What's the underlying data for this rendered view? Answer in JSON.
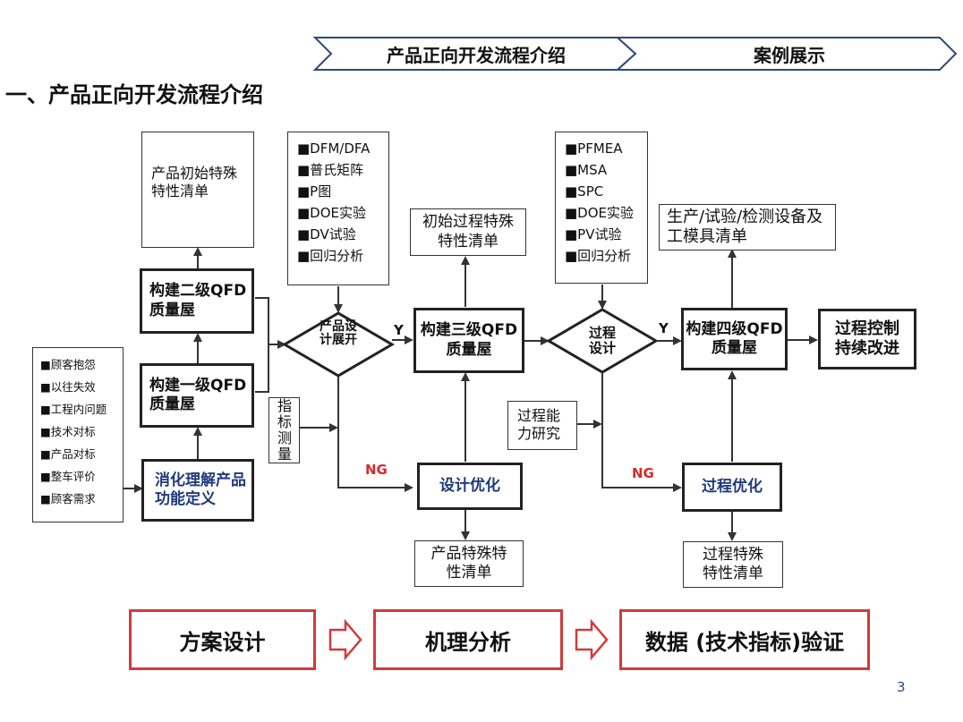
{
  "header": {
    "tab1_label": "产品正向开发流程介绍",
    "tab2_label": "案例展示"
  },
  "section_title": "一、产品正向开发流程介绍",
  "inputs": {
    "items": [
      "■顾客抱怨",
      "■以往失效",
      "■工程内问题",
      "■技术对标",
      "■产品对标",
      "■整车评价",
      "■顾客需求"
    ]
  },
  "nodes": {
    "product_function_def": "消化理解产品功能定义",
    "qfd_level1": "构建一级QFD质量屋",
    "qfd_level2": "构建二级QFD质量屋",
    "initial_product_list": "产品初始特殊特性清单",
    "design_tools": [
      "■DFM/DFA",
      "■普氏矩阵",
      "■P图",
      "■DOE实验",
      "■DV试验",
      "■回归分析"
    ],
    "product_design_decision": "产品设计展开",
    "indicator_measure": "指标测量",
    "qfd_level3": "构建三级QFD质量屋",
    "initial_process_list": "初始过程特殊特性清单",
    "design_optimization": "设计优化",
    "product_special_list": "产品特殊特性清单",
    "process_tools": [
      "■PFMEA",
      "■MSA",
      "■SPC",
      "■DOE实验",
      "■PV试验",
      "■回归分析"
    ],
    "process_design_decision": "过程设计",
    "process_capability": "过程能力研究",
    "qfd_level4": "构建四级QFD质量屋",
    "equipment_list": "生产/试验/检测设备及工模具清单",
    "process_optimization": "过程优化",
    "process_special_list": "过程特殊特性清单",
    "continuous_improvement": "过程控制持续改进"
  },
  "edge_labels": {
    "yes": "Y",
    "ng": "NG"
  },
  "phases": [
    "方案设计",
    "机理分析",
    "数据 (技术指标)验证"
  ],
  "page_number": "3",
  "colors": {
    "phase_border": "#d23a3a",
    "ng_label": "#d42b2b",
    "blue_text": "#1f3a7a",
    "tab_border": "#2e4a7e"
  }
}
